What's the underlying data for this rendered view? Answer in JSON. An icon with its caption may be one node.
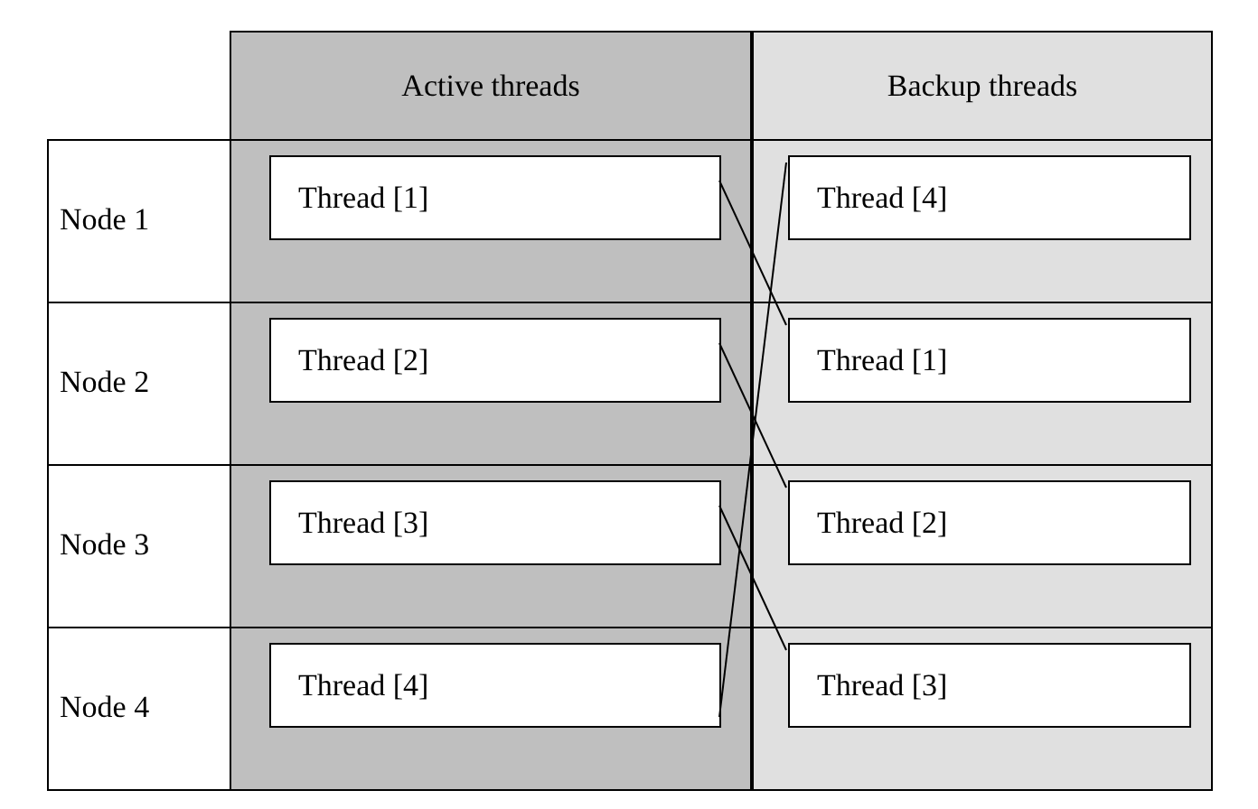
{
  "diagram": {
    "nodes": [
      {
        "text": [
          "Active threads"
        ]
      },
      {
        "text": [
          "Thread [1]"
        ],
        "in": 0
      },
      {
        "text": [
          "Thread [2]"
        ],
        "in": 0
      },
      {
        "text": [
          "Thread [3]"
        ],
        "in": 0
      },
      {
        "text": [
          "Thread [4]"
        ],
        "in": 0
      },
      {
        "text": [
          "Backup threads"
        ]
      },
      {
        "text": [
          "Thread [4]"
        ],
        "in": 5
      },
      {
        "text": [
          "Thread [1]"
        ],
        "in": 5
      },
      {
        "text": [
          "Thread [2]"
        ],
        "in": 5
      },
      {
        "text": [
          "Thread [3]"
        ],
        "in": 5
      }
    ],
    "edges": [
      {
        "from": 1,
        "to": 7,
        "arrow": "none"
      },
      {
        "from": 2,
        "to": 8,
        "arrow": "none"
      },
      {
        "from": 3,
        "to": 9,
        "arrow": "none"
      },
      {
        "from": 4,
        "to": 6,
        "arrow": "none"
      }
    ],
    "labels": [
      "Node 1",
      "Node 2",
      "Node 3",
      "Node 4"
    ]
  }
}
